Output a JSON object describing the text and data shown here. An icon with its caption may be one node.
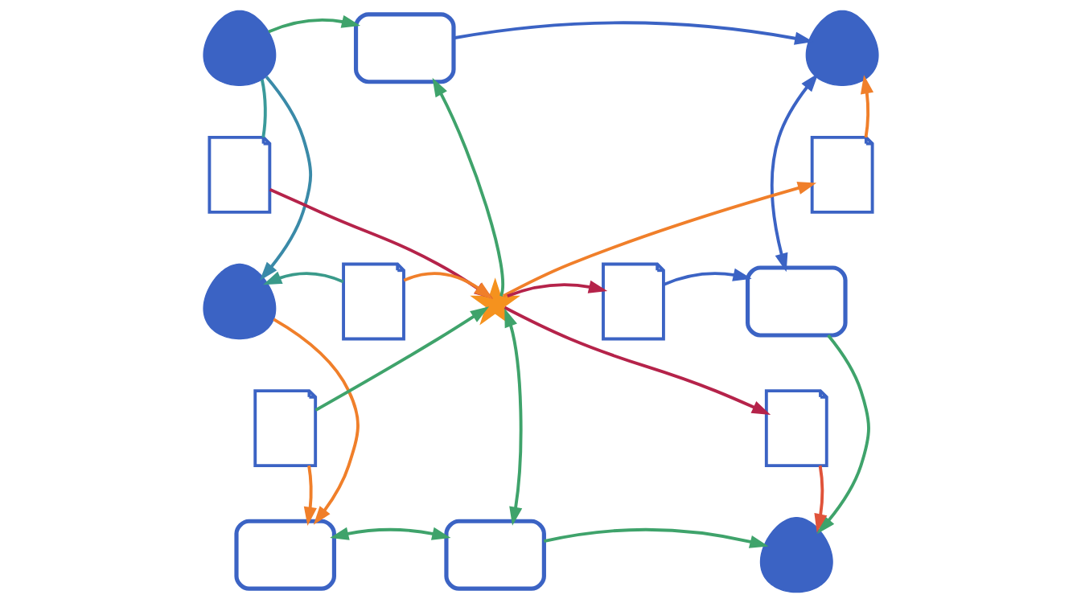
{
  "diagram": {
    "nodes": [
      {
        "text": [],
        "shape": "person"
      },
      {
        "text": [],
        "shape": "box"
      },
      {
        "text": [],
        "shape": "person"
      },
      {
        "text": [],
        "shape": "picture"
      },
      {
        "text": [],
        "shape": "picture"
      },
      {
        "text": [],
        "shape": "person"
      },
      {
        "text": [],
        "shape": "picture"
      },
      {
        "text": [],
        "shape": "picture"
      },
      {
        "text": [],
        "shape": "picture"
      },
      {
        "text": [],
        "shape": "box"
      },
      {
        "text": [],
        "shape": "picture"
      },
      {
        "text": [],
        "shape": "picture"
      },
      {
        "text": [],
        "shape": "box"
      },
      {
        "text": [],
        "shape": "box"
      },
      {
        "text": [],
        "shape": "person"
      }
    ],
    "edges": [
      {
        "from": 0,
        "to": 1,
        "arrow": "to"
      },
      {
        "from": 1,
        "to": 2,
        "arrow": "to",
        "color": "#3b63c4"
      },
      {
        "from": 0,
        "to": 3,
        "arrow": "none",
        "color": "#3a9a9a"
      },
      {
        "from": 0,
        "to": 5,
        "arrow": "to",
        "color": "#3a8aa8"
      },
      {
        "from": 3,
        "to": 7,
        "arrow": "to",
        "color": "#b5234a"
      },
      {
        "from": 7,
        "to": 1,
        "arrow": "to"
      },
      {
        "from": 7,
        "to": 4,
        "arrow": "to",
        "color": "#f07f2a"
      },
      {
        "from": 4,
        "to": 2,
        "arrow": "to",
        "color": "#f07f2a"
      },
      {
        "from": 2,
        "to": 9,
        "arrow": "both",
        "color": "#3b63c4"
      },
      {
        "from": 6,
        "to": 5,
        "arrow": "to",
        "color": "#3a9a8a"
      },
      {
        "from": 6,
        "to": 7,
        "arrow": "to",
        "color": "#f07f2a"
      },
      {
        "from": 7,
        "to": 8,
        "arrow": "to",
        "color": "#b5234a"
      },
      {
        "from": 8,
        "to": 9,
        "arrow": "to",
        "color": "#3b63c4"
      },
      {
        "from": 10,
        "to": 7,
        "arrow": "to"
      },
      {
        "from": 7,
        "to": 13,
        "arrow": "both"
      },
      {
        "from": 7,
        "to": 11,
        "arrow": "to",
        "color": "#b5234a"
      },
      {
        "from": 5,
        "to": 12,
        "arrow": "to",
        "color": "#f07f2a"
      },
      {
        "from": 10,
        "to": 12,
        "arrow": "to",
        "color": "#f07f2a"
      },
      {
        "from": 12,
        "to": 13,
        "arrow": "both"
      },
      {
        "from": 13,
        "to": 14,
        "arrow": "to"
      },
      {
        "from": 9,
        "to": 14,
        "arrow": "to"
      },
      {
        "from": 11,
        "to": 14,
        "arrow": "to",
        "color": "#e0533a"
      }
    ]
  }
}
